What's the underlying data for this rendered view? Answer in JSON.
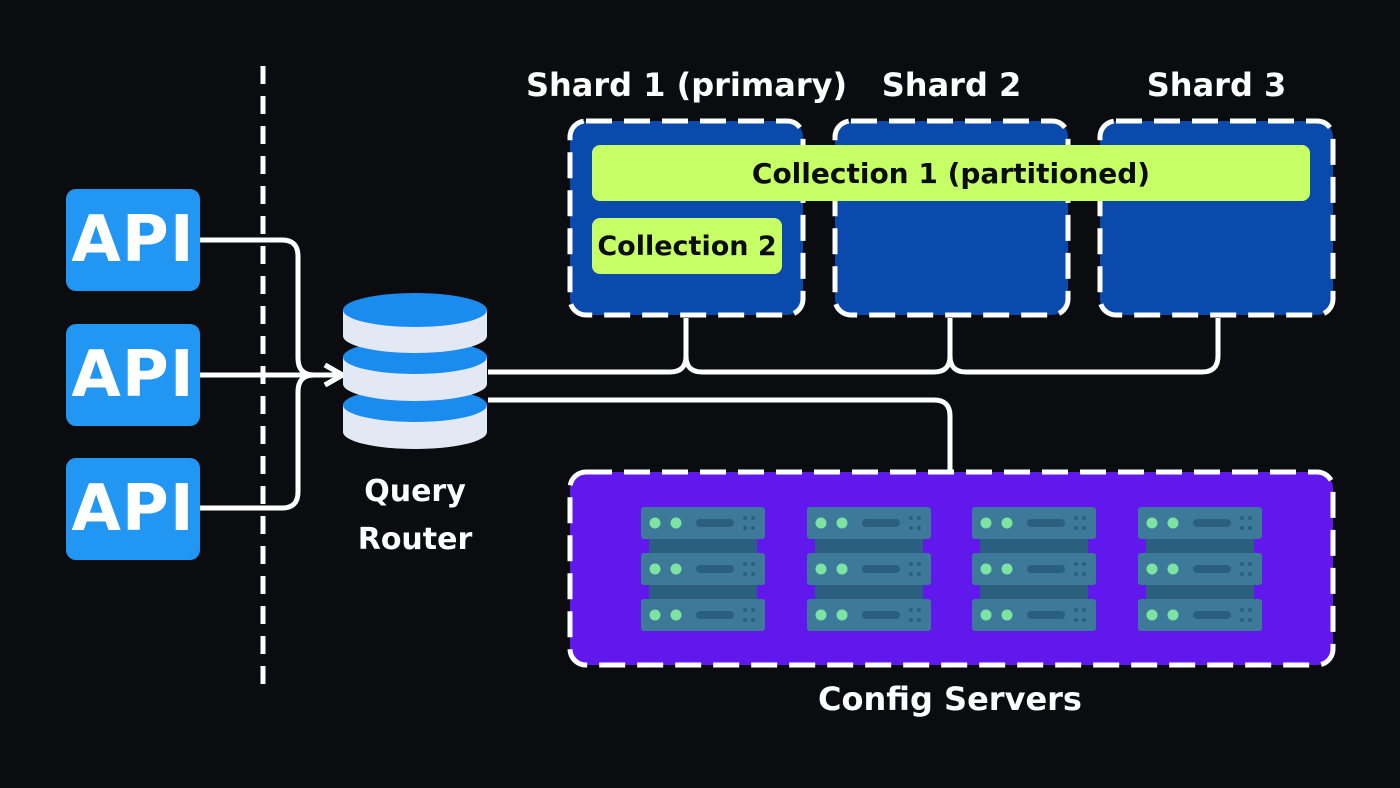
{
  "apis": [
    {
      "label": "API"
    },
    {
      "label": "API"
    },
    {
      "label": "API"
    }
  ],
  "router": {
    "line1": "Query",
    "line2": "Router"
  },
  "shards": [
    {
      "label": "Shard 1 (primary)"
    },
    {
      "label": "Shard 2"
    },
    {
      "label": "Shard 3"
    }
  ],
  "collections": {
    "partitioned": "Collection 1 (partitioned)",
    "single": "Collection 2"
  },
  "config": {
    "label": "Config Servers"
  },
  "colors": {
    "background": "#0b0c10",
    "api": "#2196f3",
    "shard": "#0a4aad",
    "collection": "#c6ff66",
    "config": "#6018ec",
    "server": "#3d7a99",
    "led": "#7de3a0",
    "line": "#ffffff"
  }
}
